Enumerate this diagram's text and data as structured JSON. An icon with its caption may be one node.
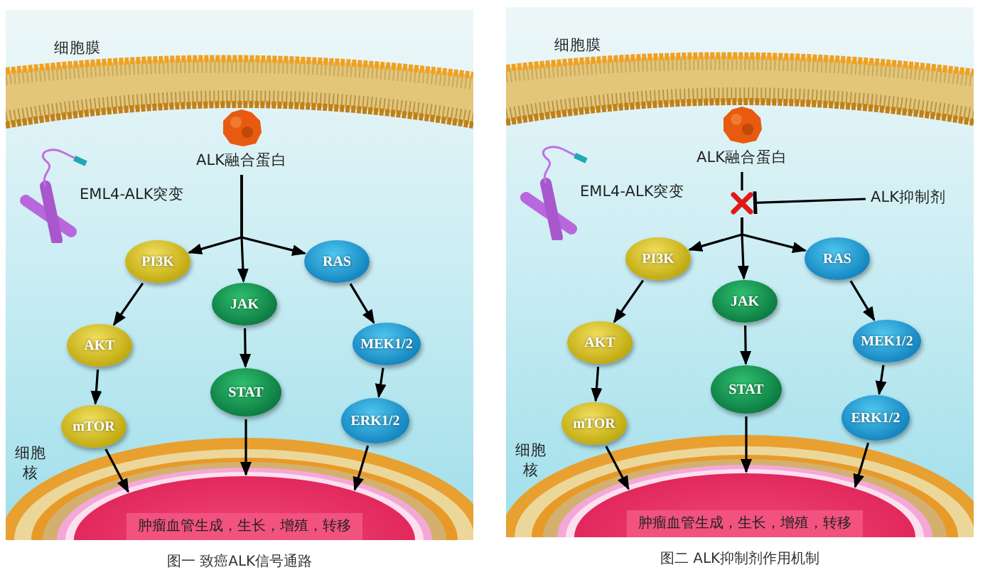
{
  "diagram": {
    "nodes": [
      {
        "text": [
          "ALK融合蛋白"
        ]
      },
      {
        "text": [
          "PI3K"
        ]
      },
      {
        "text": [
          "JAK"
        ]
      },
      {
        "text": [
          "RAS"
        ]
      },
      {
        "text": [
          "AKT"
        ]
      },
      {
        "text": [
          "MEK1/2"
        ]
      },
      {
        "text": [
          "STAT"
        ]
      },
      {
        "text": [
          "mTOR"
        ]
      },
      {
        "text": [
          "ERK1/2"
        ]
      },
      {
        "text": [
          "肿瘤血管生成，生长，增殖，转移"
        ]
      },
      {
        "text": [
          "ALK融合蛋白"
        ]
      },
      {
        "text": [],
        "shape": "cross"
      },
      {
        "text": [
          "ALK抑制剂"
        ]
      },
      {
        "text": [
          "PI3K"
        ]
      },
      {
        "text": [
          "JAK"
        ]
      },
      {
        "text": [
          "RAS"
        ]
      },
      {
        "text": [
          "AKT"
        ]
      },
      {
        "text": [
          "MEK1/2"
        ]
      },
      {
        "text": [
          "STAT"
        ]
      },
      {
        "text": [
          "mTOR"
        ]
      },
      {
        "text": [
          "ERK1/2"
        ]
      },
      {
        "text": [
          "肿瘤血管生成，生长，增殖，转移"
        ]
      }
    ],
    "edges": [
      {
        "from": 0,
        "to": 1,
        "arrow": "to"
      },
      {
        "from": 0,
        "to": 2,
        "arrow": "to"
      },
      {
        "from": 0,
        "to": 3,
        "arrow": "to"
      },
      {
        "from": 1,
        "to": 4,
        "arrow": "to"
      },
      {
        "from": 4,
        "to": 7,
        "arrow": "to"
      },
      {
        "from": 2,
        "to": 6,
        "arrow": "to"
      },
      {
        "from": 3,
        "to": 5,
        "arrow": "to"
      },
      {
        "from": 5,
        "to": 8,
        "arrow": "to"
      },
      {
        "from": 7,
        "to": 9,
        "arrow": "to"
      },
      {
        "from": 6,
        "to": 9,
        "arrow": "to"
      },
      {
        "from": 8,
        "to": 9,
        "arrow": "to"
      },
      {
        "from": 12,
        "to": 11,
        "arrow": "other"
      },
      {
        "from": 11,
        "to": 13,
        "arrow": "to"
      },
      {
        "from": 11,
        "to": 14,
        "arrow": "to"
      },
      {
        "from": 11,
        "to": 15,
        "arrow": "to"
      },
      {
        "from": 13,
        "to": 16,
        "arrow": "to"
      },
      {
        "from": 16,
        "to": 19,
        "arrow": "to"
      },
      {
        "from": 14,
        "to": 18,
        "arrow": "to"
      },
      {
        "from": 15,
        "to": 17,
        "arrow": "to"
      },
      {
        "from": 17,
        "to": 20,
        "arrow": "to"
      },
      {
        "from": 19,
        "to": 21,
        "arrow": "to"
      },
      {
        "from": 18,
        "to": 21,
        "arrow": "to"
      },
      {
        "from": 20,
        "to": 21,
        "arrow": "to"
      },
      {
        "from": 10,
        "to": 11,
        "arrow": "none"
      }
    ],
    "labels": [
      "细胞膜",
      "EML4-ALK突变",
      "细胞核",
      "图一 致癌ALK信号通路",
      "细胞膜",
      "EML4-ALK突变",
      "细胞核",
      "图二 ALK抑制剂作用机制"
    ]
  }
}
